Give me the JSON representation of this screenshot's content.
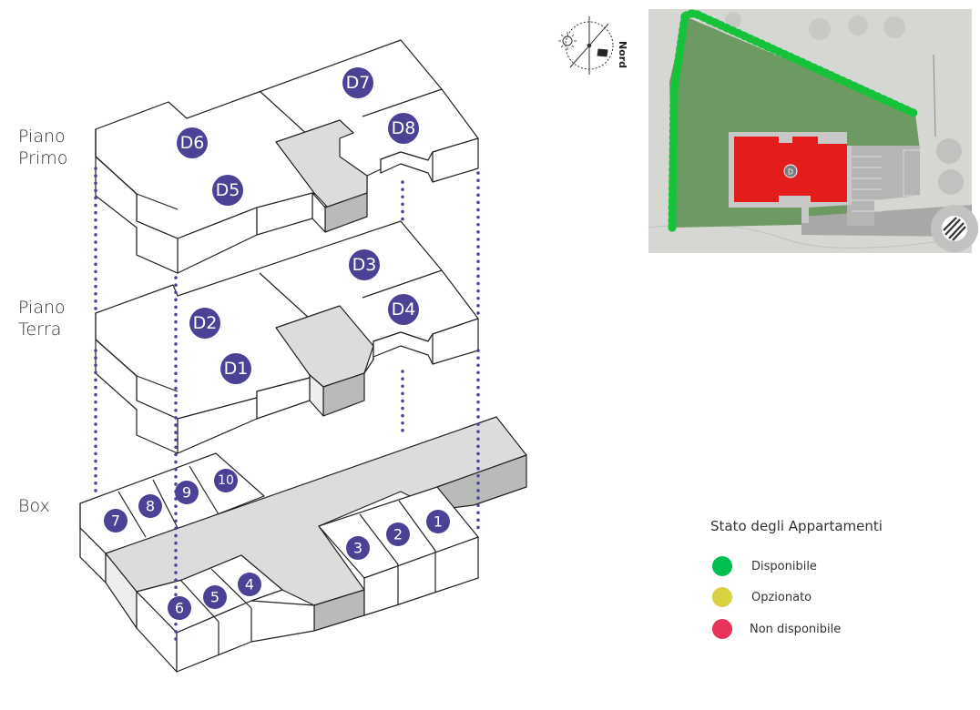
{
  "floors": {
    "primo": "Piano\nPrimo",
    "terra": "Piano\nTerra",
    "box": "Box"
  },
  "apartments": {
    "primo": [
      "D5",
      "D6",
      "D7",
      "D8"
    ],
    "terra": [
      "D1",
      "D2",
      "D3",
      "D4"
    ]
  },
  "boxes": [
    "1",
    "2",
    "3",
    "4",
    "5",
    "6",
    "7",
    "8",
    "9",
    "10"
  ],
  "compass": {
    "label": "Nord",
    "icon": "compass-icon"
  },
  "site_map": {
    "building_marker": "D"
  },
  "legend": {
    "title": "Stato degli Appartamenti",
    "items": [
      {
        "label": "Disponibile",
        "color": "#00c150"
      },
      {
        "label": "Opzionato",
        "color": "#d8d140"
      },
      {
        "label": "Non disponibile",
        "color": "#e8345a"
      }
    ]
  },
  "colors": {
    "badge": "#4b4295",
    "dots": "#4b4295",
    "core_light": "#dcdcdc",
    "core_dark": "#b8bbb8",
    "building": "#e31c1c",
    "lawn": "#6d9a63",
    "hedge": "#16c23a"
  }
}
